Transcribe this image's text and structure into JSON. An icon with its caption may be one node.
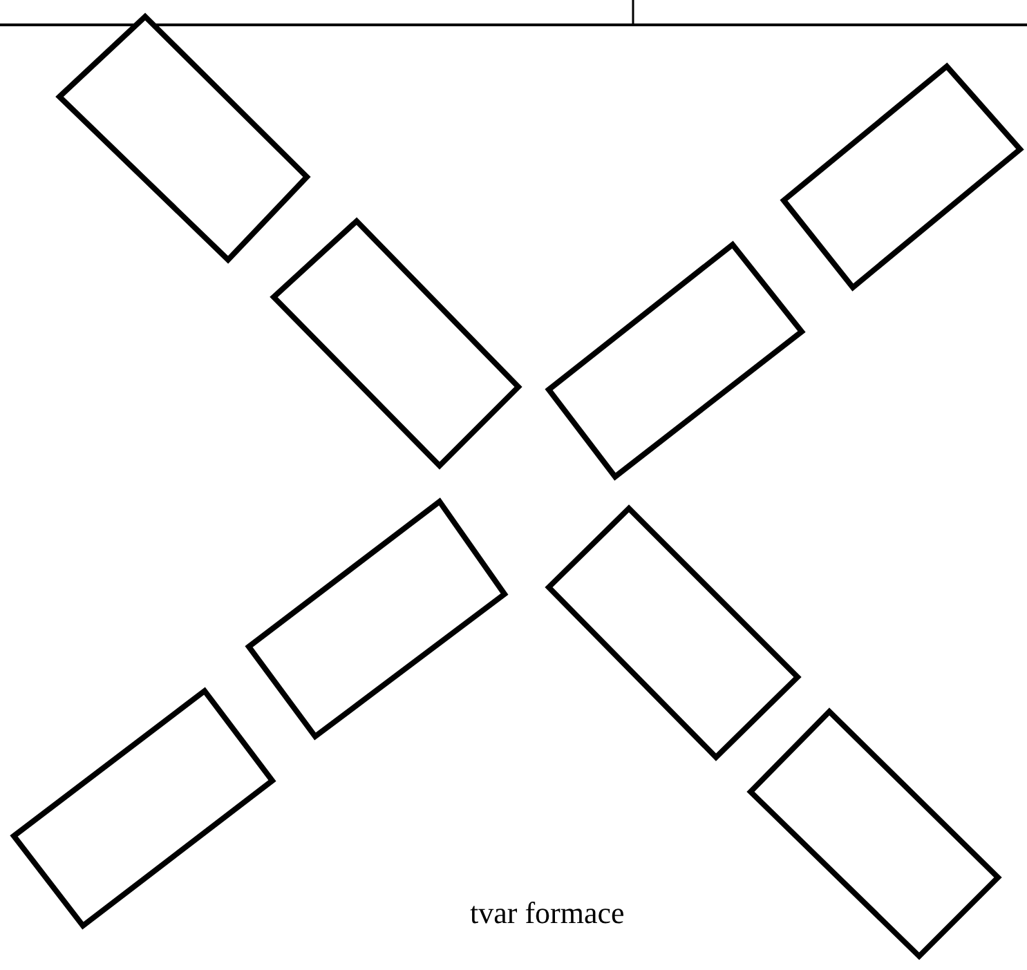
{
  "diagram": {
    "nodes": [
      {
        "text": [],
        "shape": "box"
      },
      {
        "text": [],
        "shape": "box"
      },
      {
        "text": [],
        "shape": "box"
      },
      {
        "text": [],
        "shape": "box"
      },
      {
        "text": [],
        "shape": "box"
      },
      {
        "text": [],
        "shape": "box"
      },
      {
        "text": [],
        "shape": "box"
      },
      {
        "text": [],
        "shape": "box"
      }
    ],
    "labels": [
      "tvar formace"
    ]
  }
}
